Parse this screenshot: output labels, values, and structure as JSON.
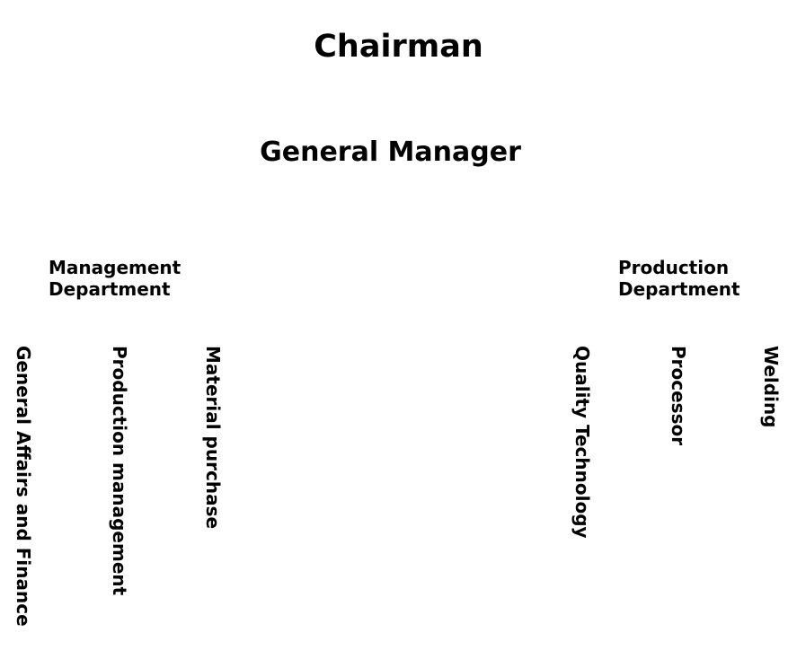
{
  "chart": {
    "chairman": "Chairman",
    "general_manager": "General Manager",
    "departments": {
      "management": "Management Department",
      "production": "Production Department"
    },
    "management_units": [
      "General Affairs and Finance",
      "Production management",
      "Material purchase"
    ],
    "production_units": [
      "Quality Technology",
      "Processor",
      "Welding"
    ]
  }
}
